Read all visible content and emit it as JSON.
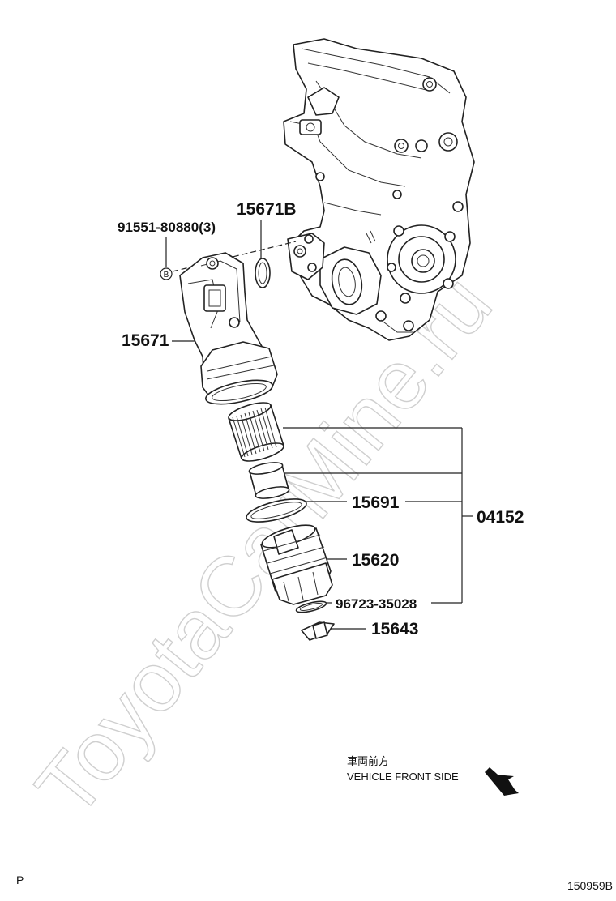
{
  "diagram": {
    "watermark": "ToyotaCarMine.ru",
    "callouts": {
      "bolt": "91551-80880(3)",
      "gasket": "15671B",
      "housing": "15671",
      "oring_large": "15691",
      "filter_kit": "04152",
      "cap": "15620",
      "oring_small": "96723-35028",
      "plug": "15643"
    },
    "bolt_marker": "B",
    "orientation": {
      "jp": "車両前方",
      "en": "VEHICLE FRONT SIDE",
      "icon": "arrow-down-right-icon"
    },
    "corner_left": "P",
    "diagram_id": "150959B"
  }
}
